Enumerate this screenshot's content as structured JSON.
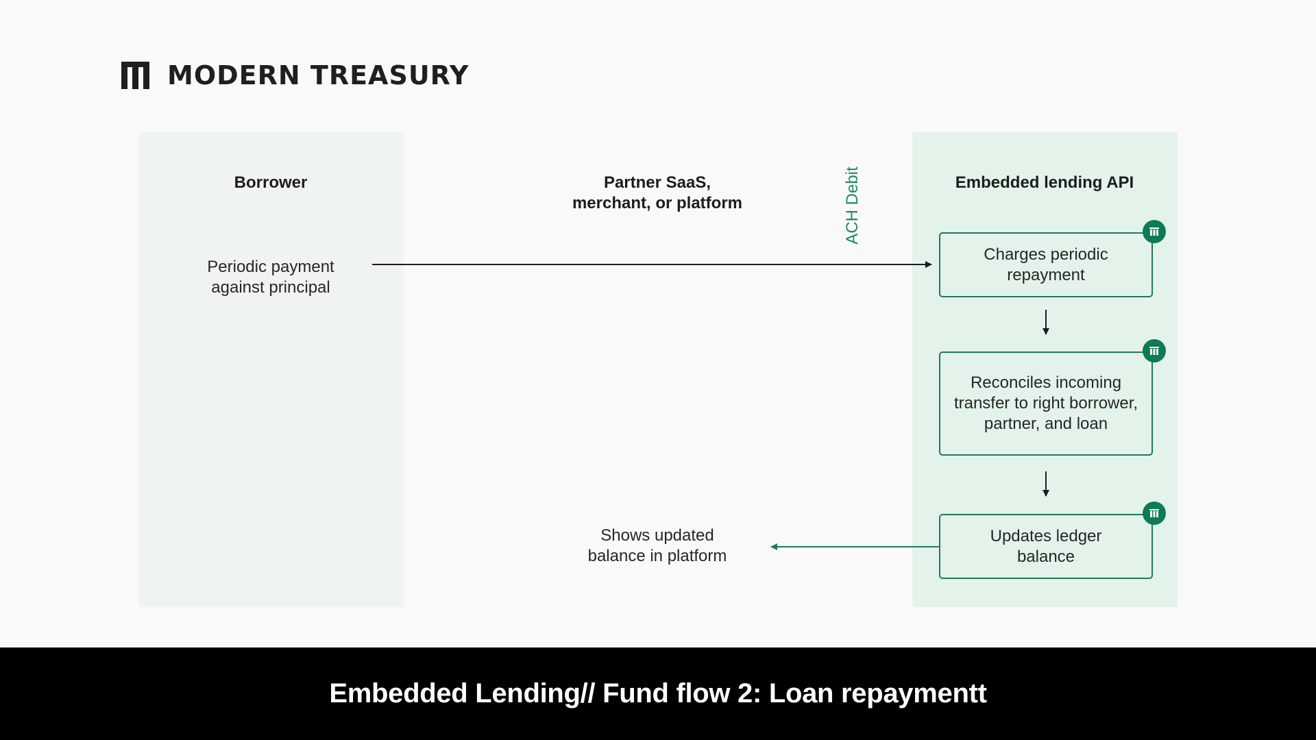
{
  "brand": {
    "name": "MODERN TREASURY",
    "icon": "modern-treasury-logo"
  },
  "columns": {
    "borrower": "Borrower",
    "partner_line1": "Partner SaaS,",
    "partner_line2": "merchant, or platform",
    "api": "Embedded lending API"
  },
  "borrower": {
    "line1": "Periodic payment",
    "line2": "against principal"
  },
  "flow": {
    "label": "ACH Debit"
  },
  "steps": [
    {
      "line1": "Charges periodic",
      "line2": "repayment",
      "icon": "modern-treasury-badge"
    },
    {
      "line1": "Reconciles incoming",
      "line2": "transfer to right borrower,",
      "line3": "partner, and loan",
      "icon": "modern-treasury-badge"
    },
    {
      "line1": "Updates ledger",
      "line2": "balance",
      "icon": "modern-treasury-badge"
    }
  ],
  "partner_result": {
    "line1": "Shows updated",
    "line2": "balance in platform"
  },
  "footer": {
    "title": "Embedded Lending// Fund flow 2: Loan repaymentt"
  },
  "colors": {
    "accent": "#0e7a57",
    "api_panel": "#e3f3ea",
    "borrower_panel": "#f0f3f3",
    "footer": "#000000"
  }
}
